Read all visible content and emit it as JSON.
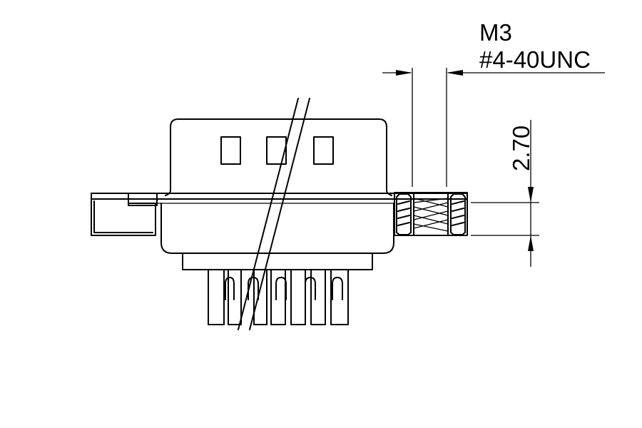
{
  "dimensions": {
    "thread_metric": "M3",
    "thread_unc": "#4-40UNC",
    "height": "2.70"
  }
}
